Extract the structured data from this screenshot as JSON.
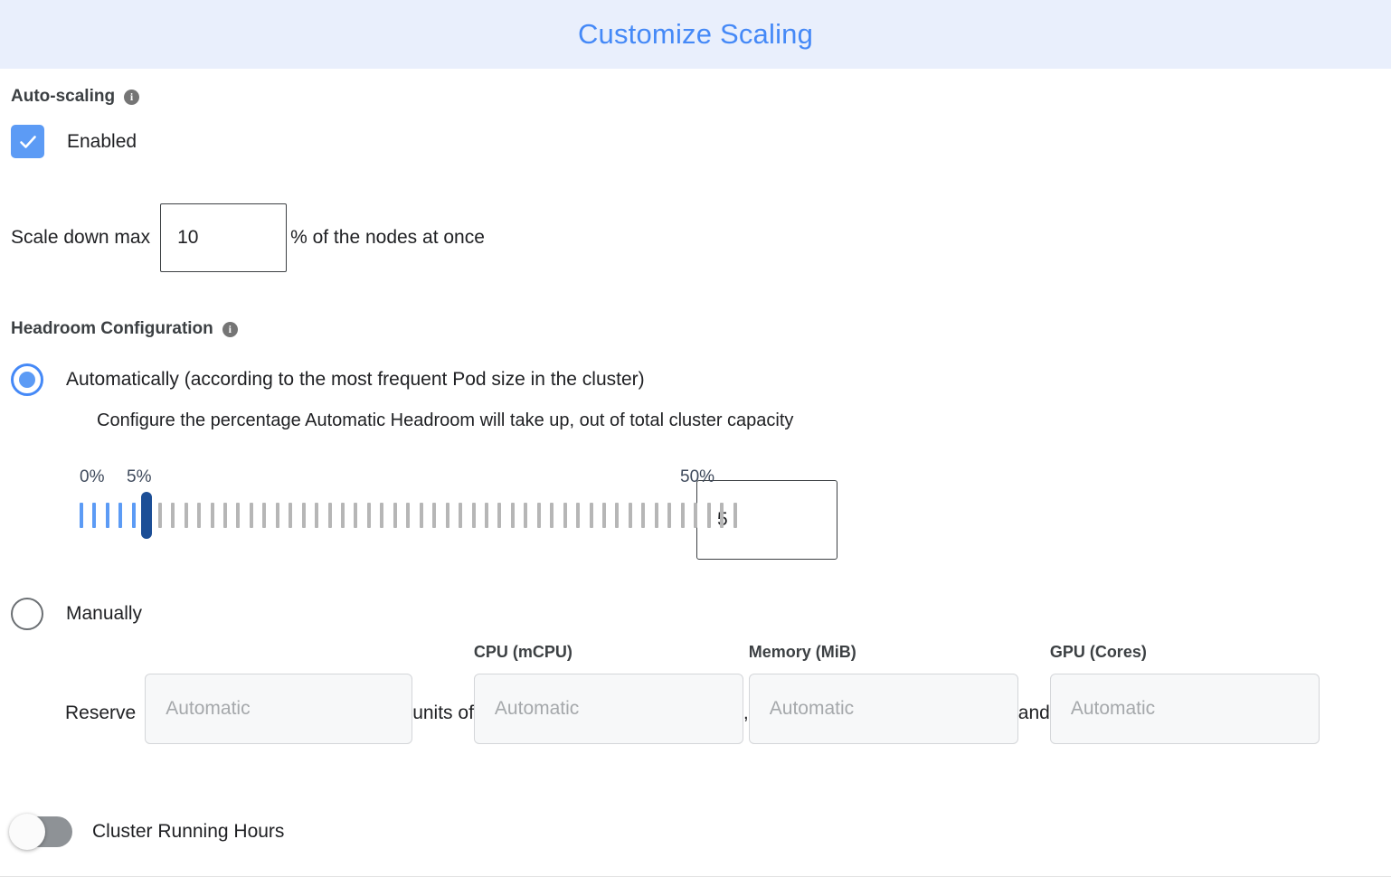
{
  "header": {
    "title": "Customize Scaling",
    "accent_color": "#4589f7",
    "background_color": "#e9effc"
  },
  "autoscaling": {
    "section_label": "Auto-scaling",
    "info_glyph": "i",
    "enabled_label": "Enabled",
    "enabled_checked": true,
    "checkbox_color": "#5c9bf5",
    "scale_down": {
      "prefix_label": "Scale down max",
      "value": "10",
      "suffix_label": "% of the nodes at once"
    }
  },
  "headroom": {
    "section_label": "Headroom Configuration",
    "info_glyph": "i",
    "automatic": {
      "label": "Automatically (according to the most frequent Pod size in the cluster)",
      "description": "Configure the percentage Automatic Headroom will take up, out of total cluster capacity",
      "selected": true
    },
    "slider": {
      "min_label": "0%",
      "current_label": "5%",
      "max_label": "50%",
      "min": 0,
      "max": 50,
      "value": 5,
      "tick_count": 51,
      "filled_color": "#5c9bf5",
      "empty_color": "#b6b6b6",
      "thumb_color": "#1c4e96",
      "input_value": "5"
    },
    "manual": {
      "label": "Manually",
      "selected": false,
      "reserve_label": "Reserve",
      "units_of_label": "units of",
      "comma_label": ",",
      "and_label": "and",
      "fields": [
        {
          "header": "",
          "placeholder": "Automatic",
          "value": ""
        },
        {
          "header": "CPU (mCPU)",
          "placeholder": "Automatic",
          "value": ""
        },
        {
          "header": "Memory (MiB)",
          "placeholder": "Automatic",
          "value": ""
        },
        {
          "header": "GPU (Cores)",
          "placeholder": "Automatic",
          "value": ""
        }
      ]
    }
  },
  "cluster_running_hours": {
    "label": "Cluster Running Hours",
    "enabled": false,
    "off_color": "#8e9296"
  }
}
